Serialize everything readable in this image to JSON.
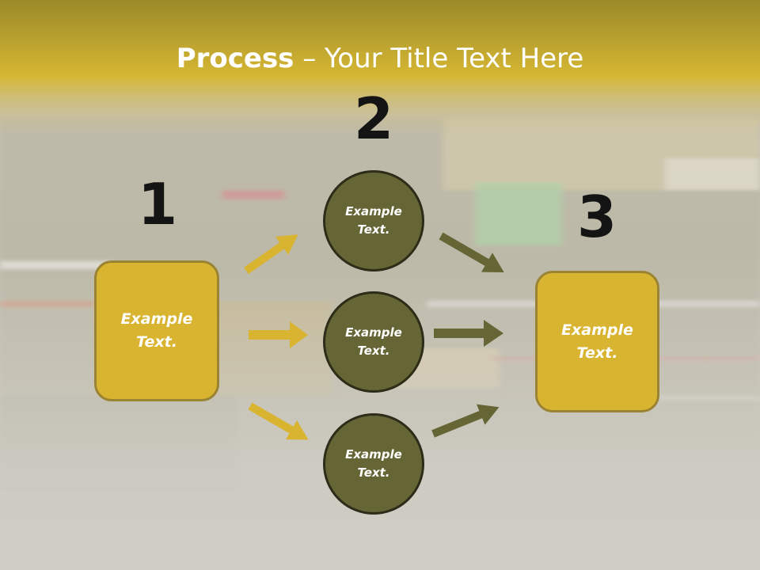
{
  "slide": {
    "title_bold": "Process",
    "title_rest": " – Your Title Text Here"
  },
  "steps": {
    "one": {
      "number": "1",
      "label": "Example\nText."
    },
    "two": {
      "number": "2"
    },
    "three": {
      "number": "3",
      "label": "Example\nText."
    }
  },
  "circles": [
    {
      "label": "Example\nText."
    },
    {
      "label": "Example\nText."
    },
    {
      "label": "Example\nText."
    }
  ],
  "colors": {
    "box_fill": "#d9b430",
    "circle_fill": "#656535",
    "arrow_gold": "#d9b430",
    "arrow_olive": "#656535"
  }
}
